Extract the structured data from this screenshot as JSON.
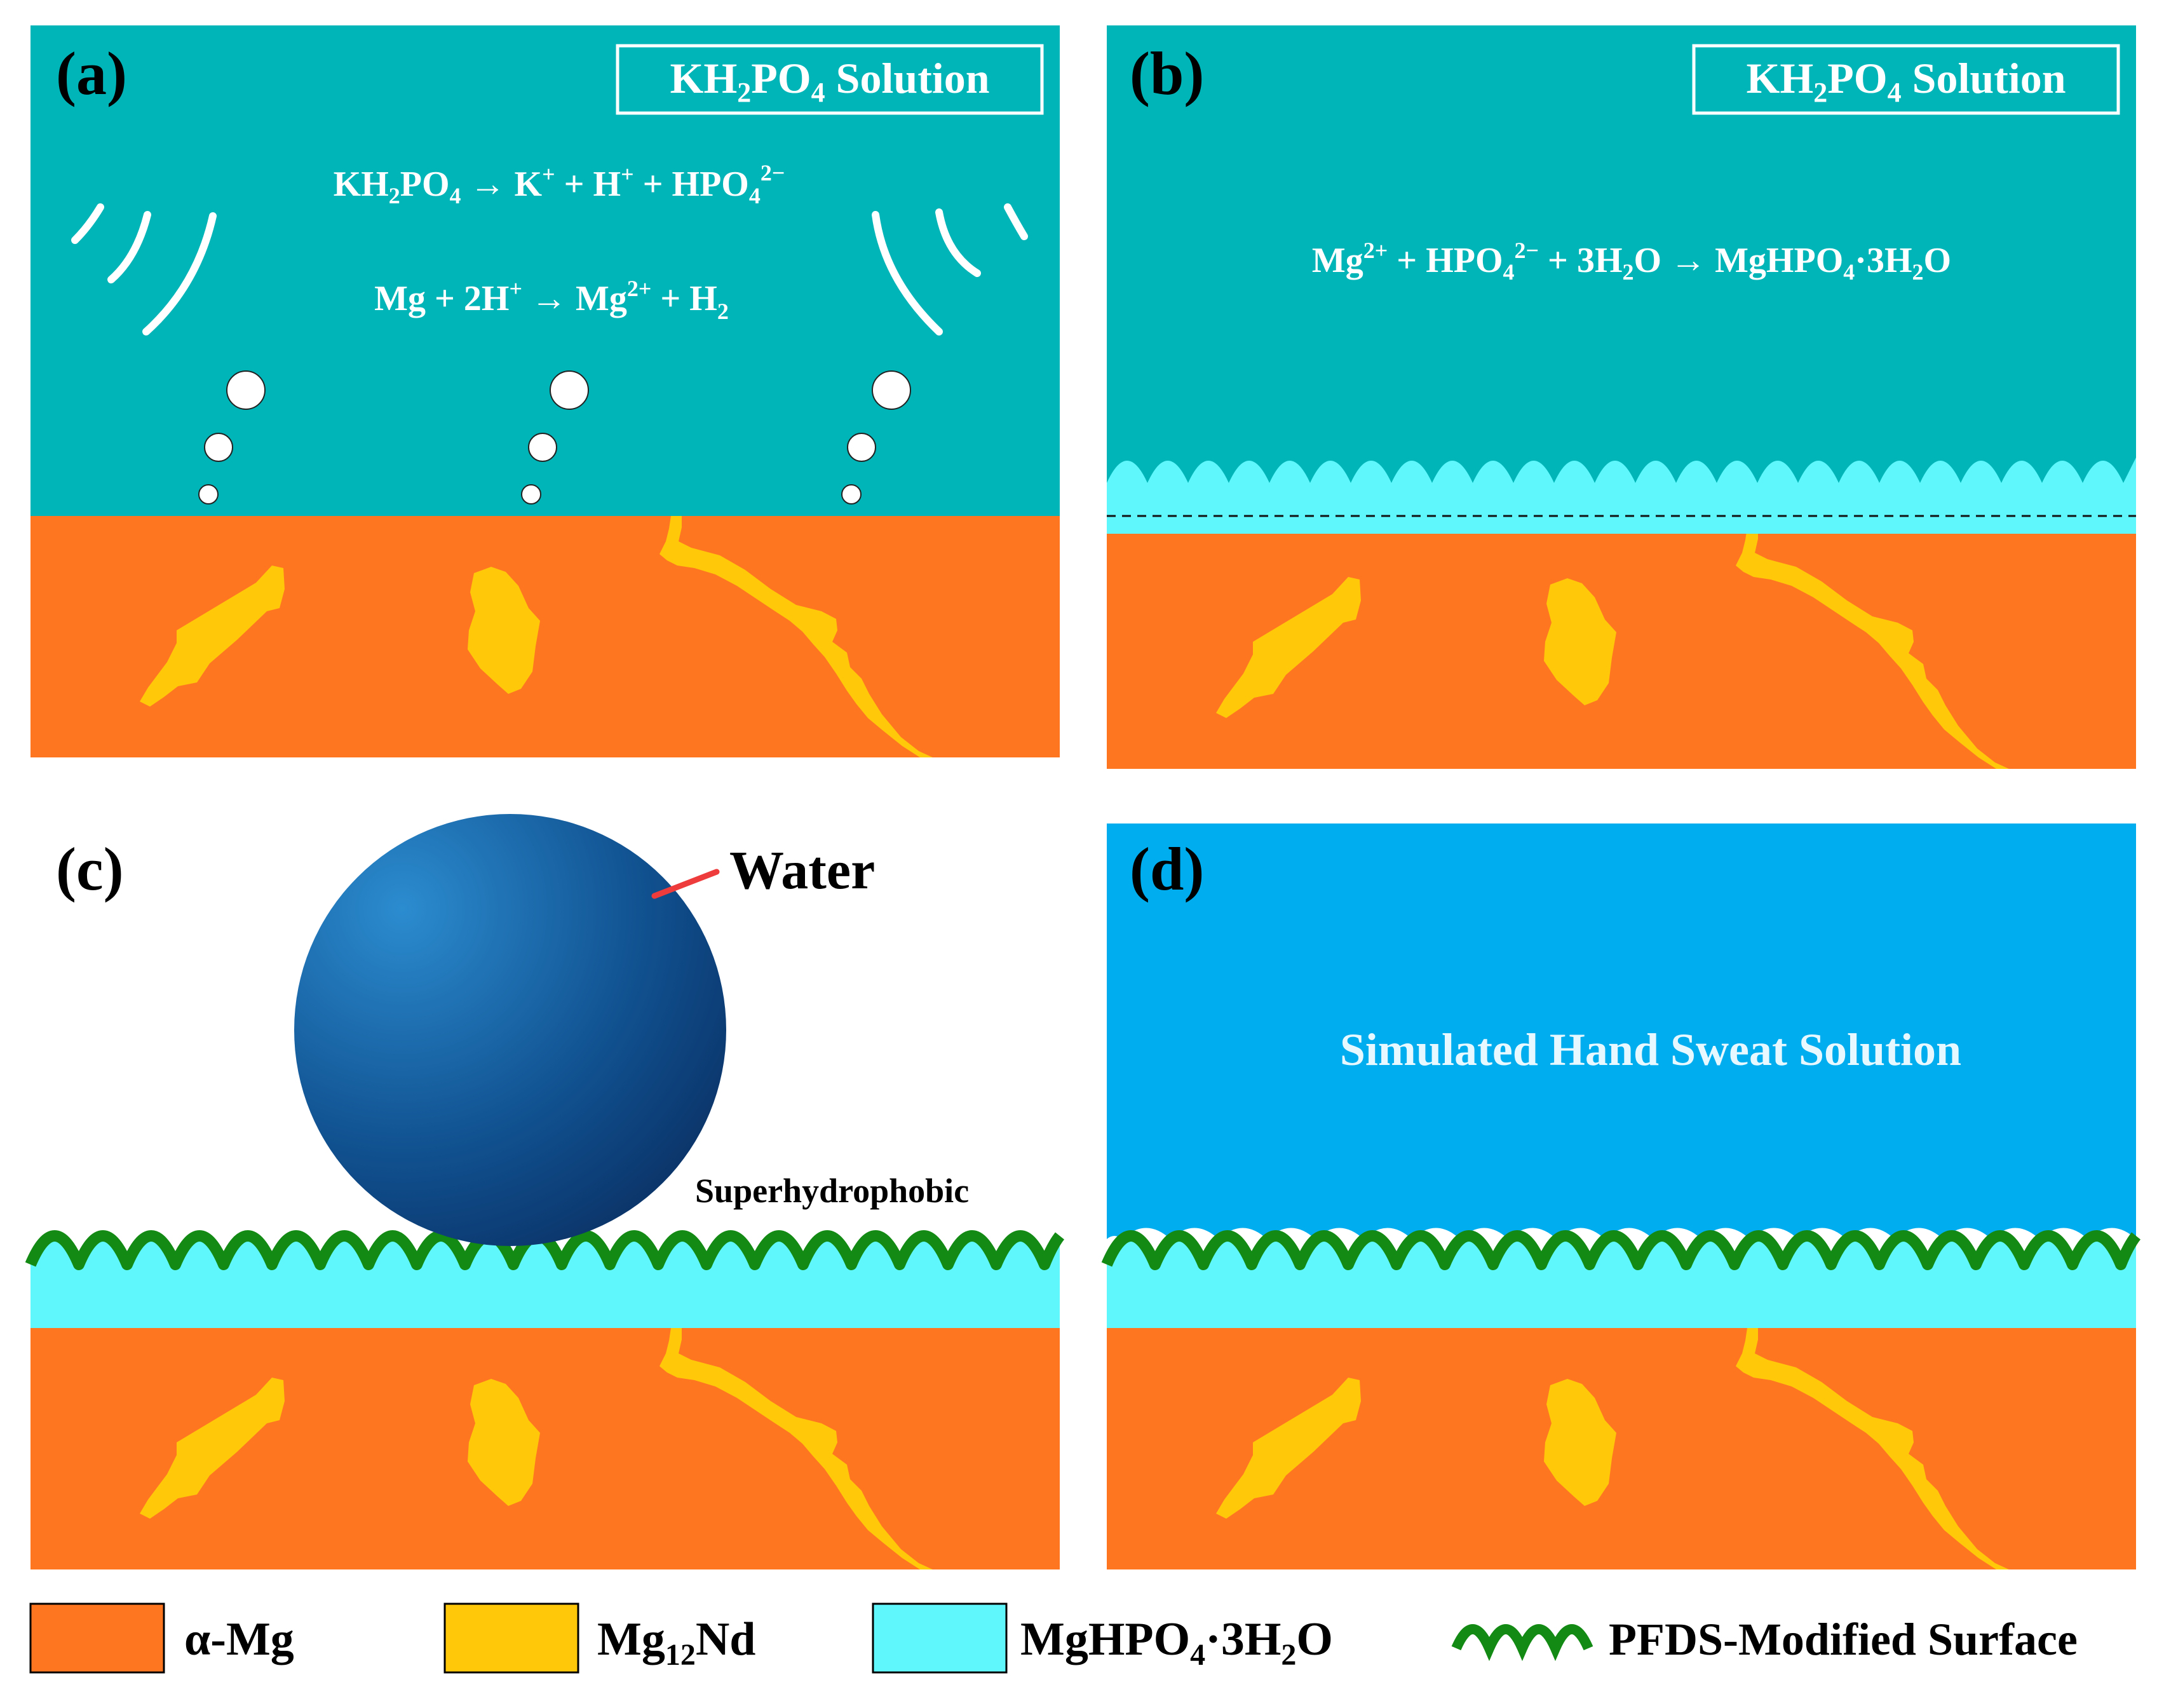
{
  "colors": {
    "solution": "#00b5b8",
    "alpha_mg": "#ff7620",
    "mg12nd": "#ffc90a",
    "mghpo4": "#5ff7fb",
    "pfds": "#138a13",
    "sweat": "#00adee",
    "water_drop_light": "#2b8ccf",
    "water_drop_dark": "#0a2f62",
    "pointer": "#ee3b3b"
  },
  "panels": {
    "a": {
      "tag": "(a)",
      "box_label": {
        "p1": "KH",
        "s1": "2",
        "p2": "PO",
        "s2": "4",
        "p3": " Solution"
      },
      "eq1": {
        "p1": "KH",
        "s1": "2",
        "p2": "PO",
        "s2": "4",
        "p3": " → K",
        "sup1": "+",
        "p4": " + H",
        "sup2": "+",
        "p5": " + HPO",
        "s3": "4",
        "sup3": "2−"
      },
      "eq2": {
        "p1": "Mg + 2H",
        "sup1": "+",
        "p2": " → Mg",
        "sup2": "2+",
        "p3": " + H",
        "s1": "2"
      }
    },
    "b": {
      "tag": "(b)",
      "box_label": {
        "p1": "KH",
        "s1": "2",
        "p2": "PO",
        "s2": "4",
        "p3": " Solution"
      },
      "eq": {
        "p1": "Mg",
        "sup1": "2+",
        "p2": " + HPO",
        "s1": "4",
        "sup2": "2−",
        "p3": " + 3H",
        "s2": "2",
        "p4": "O → MgHPO",
        "s3": "4",
        "p5": "·3H",
        "s4": "2",
        "p6": "O"
      }
    },
    "c": {
      "tag": "(c)",
      "water_label": "Water",
      "surface_label": "Superhydrophobic"
    },
    "d": {
      "tag": "(d)",
      "solution_label": "Simulated Hand Sweat Solution"
    }
  },
  "legend": [
    {
      "key": "alpha-mg",
      "color": "#ff7620",
      "label": {
        "p1": "α-Mg"
      }
    },
    {
      "key": "mg12nd",
      "color": "#ffc90a",
      "label": {
        "p1": "Mg",
        "s1": "12",
        "p2": "Nd"
      }
    },
    {
      "key": "mghpo4",
      "color": "#5ff7fb",
      "label": {
        "p1": "MgHPO",
        "s1": "4",
        "p2": "·3H",
        "s2": "2",
        "p3": "O"
      }
    },
    {
      "key": "pfds",
      "color": "#138a13",
      "label": {
        "p1": "PFDS-Modified Surface"
      }
    }
  ]
}
